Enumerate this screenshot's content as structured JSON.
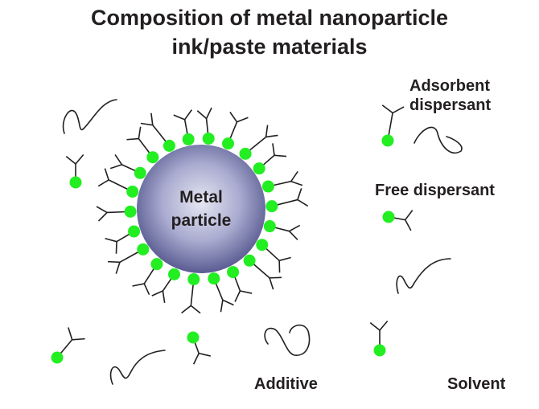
{
  "title": {
    "line1": "Composition of metal nanoparticle",
    "line2": "ink/paste materials"
  },
  "particle": {
    "line1": "Metal",
    "line2": "particle"
  },
  "labels": {
    "adsorbent_line1": "Adsorbent",
    "adsorbent_line2": "dispersant",
    "free_dispersant": "Free dispersant",
    "additive": "Additive",
    "solvent": "Solvent"
  },
  "colors": {
    "dispersant_head": "#22ee22",
    "particle_center": "#e6e7f2",
    "particle_edge": "#5a5c92",
    "ink": "#231f20"
  },
  "icons": {
    "dispersant": "green-circle-with-y-tail",
    "additive": "squiggle-line"
  }
}
